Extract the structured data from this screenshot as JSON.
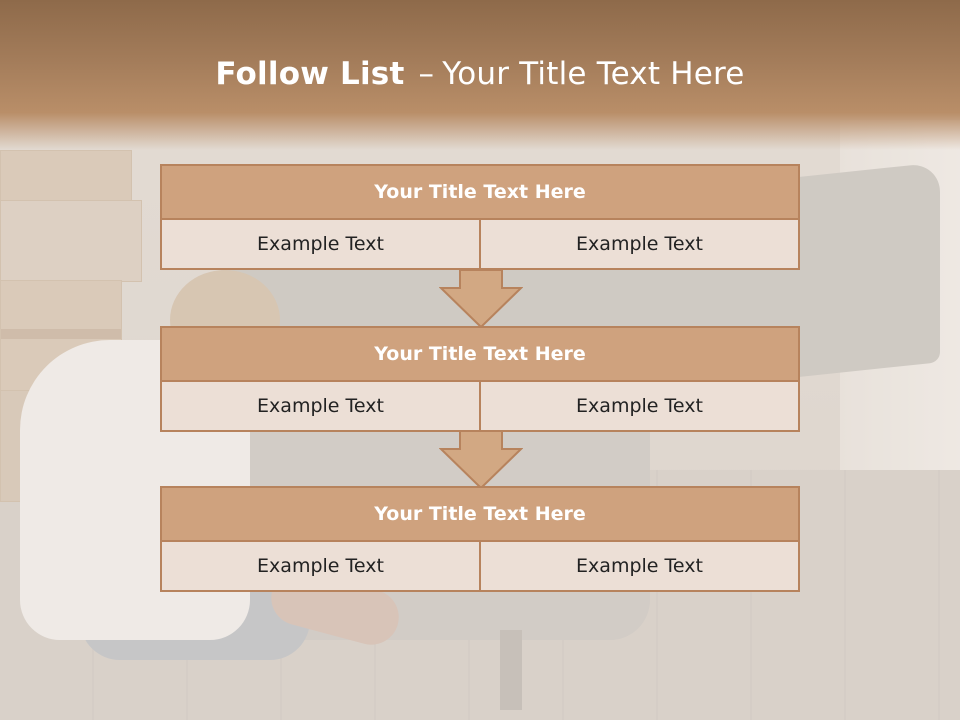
{
  "slide": {
    "title_lead": "Follow List",
    "title_sep": "–",
    "title_rest": "Your Title Text Here"
  },
  "steps": [
    {
      "heading": "Your Title Text Here",
      "cells": [
        "Example Text",
        "Example Text"
      ]
    },
    {
      "heading": "Your Title Text Here",
      "cells": [
        "Example Text",
        "Example Text"
      ]
    },
    {
      "heading": "Your Title Text Here",
      "cells": [
        "Example Text",
        "Example Text"
      ]
    }
  ],
  "colors": {
    "header": "#a37c5a",
    "block_head": "#cfa27e",
    "block_border": "#b7835d",
    "cell_fill": "#ecdfd6",
    "arrow_fill": "#d2a883"
  }
}
